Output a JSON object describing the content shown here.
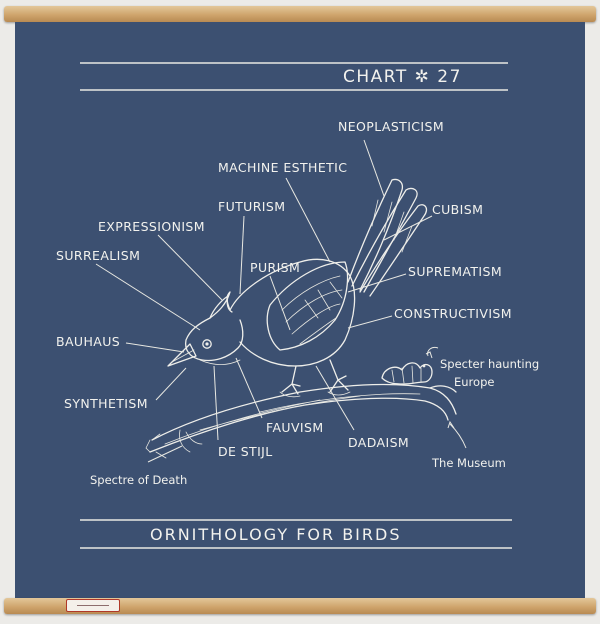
{
  "chart_number": "CHART ✲ 27",
  "footer_title": "ORNITHOLOGY  FOR BIRDS",
  "colors": {
    "board": "#3c5071",
    "chalk": "#f2f2ee",
    "rod": "#cfa56d"
  },
  "labels": {
    "neoplasticism": "NEOPLASTICISM",
    "machine_esthetic": "MACHINE ESTHETIC",
    "futurism": "FUTURISM",
    "expressionism": "EXPRESSIONISM",
    "cubism": "CUBISM",
    "surrealism": "SURREALISM",
    "purism": "PURISM",
    "suprematism": "SUPREMATISM",
    "constructivism": "CONSTRUCTIVISM",
    "bauhaus": "BAUHAUS",
    "synthetism": "SYNTHETISM",
    "fauvism": "FAUVISM",
    "dadaism": "DADAISM",
    "de_stijl": "DE STIJL"
  },
  "notes": {
    "specter_line1": "Specter haunting",
    "specter_line2": "Europe",
    "museum": "The Museum",
    "spectre_of_death": "Spectre of Death"
  }
}
